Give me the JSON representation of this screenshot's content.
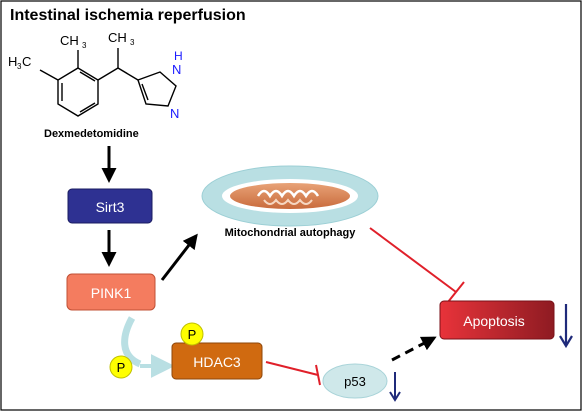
{
  "title": "Intestinal ischemia reperfusion",
  "molecule": {
    "name": "Dexmedetomidine",
    "ch3_left": "H",
    "ch3_left_sub": "3",
    "ch3_left_c": "C",
    "ch3_top": "CH",
    "ch3_top_sub": "3",
    "ch3_branch": "CH",
    "ch3_branch_sub": "3",
    "nh_h": "H",
    "nh_n": "N",
    "n2": "N"
  },
  "nodes": {
    "sirt3": "Sirt3",
    "pink1": "PINK1",
    "hdac3": "HDAC3",
    "p53": "p53",
    "apoptosis": "Apoptosis",
    "mito": "Mitochondrial autophagy",
    "phospho_1": "P",
    "phospho_2": "P"
  },
  "colors": {
    "sirt3_fill": "#2e3192",
    "pink1_fill": "#f47c5f",
    "hdac3_fill": "#d06a10",
    "p53_fill": "#cfe8ea",
    "apoptosis_fill": "#c1272d",
    "inhibit": "#e0202a",
    "down_arrow": "#1f2a7a",
    "phospho": "#ffff00"
  }
}
